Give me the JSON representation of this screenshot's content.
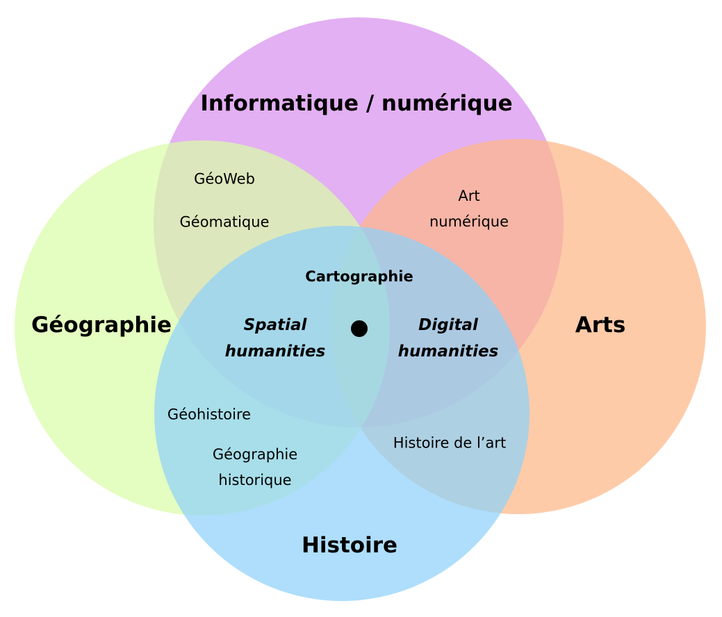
{
  "diagram": {
    "circles": [
      {
        "name": "informatique",
        "label": "Informatique / numérique",
        "color": "#d891ee"
      },
      {
        "name": "geographie",
        "label": "Géographie",
        "color": "#d9fca8"
      },
      {
        "name": "arts",
        "label": "Arts",
        "color": "#fdb788"
      },
      {
        "name": "histoire",
        "label": "Histoire",
        "color": "#8fd1fa"
      }
    ],
    "overlaps": {
      "geoweb": "GéoWeb",
      "geomatique": "Géomatique",
      "art_numerique": [
        "Art",
        "numérique"
      ],
      "cartographie": "Cartographie",
      "spatial_humanities": [
        "Spatial",
        "humanities"
      ],
      "digital_humanities": [
        "Digital",
        "humanities"
      ],
      "geohistoire": "Géohistoire",
      "geographie_historique": [
        "Géographie",
        "historique"
      ],
      "histoire_de_lart": "Histoire de l’art"
    },
    "center_marker": "filled-dot"
  }
}
